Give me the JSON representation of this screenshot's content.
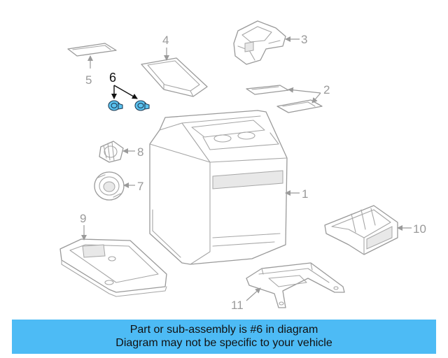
{
  "callouts": {
    "c1": "1",
    "c2": "2",
    "c3": "3",
    "c4": "4",
    "c5": "5",
    "c6": "6",
    "c7": "7",
    "c8": "8",
    "c9": "9",
    "c10": "10",
    "c11": "11"
  },
  "highlight": {
    "part_number": "6",
    "color": "#5bc3f0"
  },
  "caption": {
    "line1": "Part or sub-assembly is #6 in diagram",
    "line2": "Diagram may not be specific to your vehicle",
    "background": "#4dbbf5"
  }
}
